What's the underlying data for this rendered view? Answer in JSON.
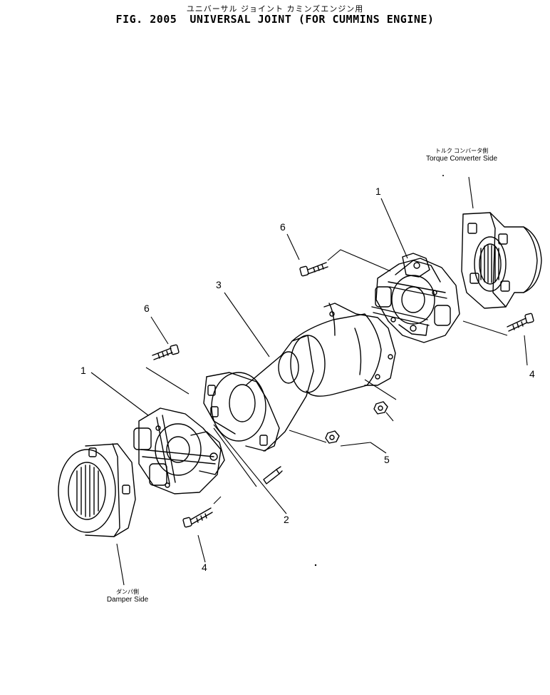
{
  "title": {
    "japanese": "ユニバーサル ジョイント カミンズエンジン用",
    "figure_number": "FIG. 2005",
    "english": "UNIVERSAL JOINT (FOR CUMMINS ENGINE)"
  },
  "labels": {
    "torque_converter_jp": "トルク コンバータ側",
    "torque_converter_en": "Torque Converter Side",
    "damper_jp": "ダンパ側",
    "damper_en": "Damper Side"
  },
  "callouts": {
    "c1_top": "1",
    "c6_top": "6",
    "c3": "3",
    "c6_left": "6",
    "c1_left": "1",
    "c4_right": "4",
    "c5": "5",
    "c2": "2",
    "c4_bottom": "4"
  }
}
